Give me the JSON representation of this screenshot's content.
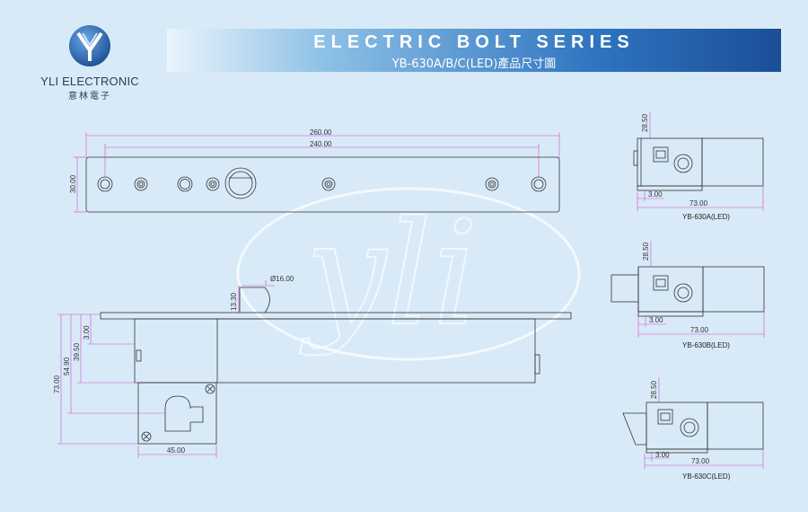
{
  "logo": {
    "brand_name": "YLI ELECTRONIC",
    "brand_name_cn": "意林電子"
  },
  "title": {
    "main": "ELECTRIC BOLT SERIES",
    "sub": "YB-630A/B/C(LED)產品尺寸圖"
  },
  "watermark": "yli",
  "top_view": {
    "overall_length": "260.00",
    "hole_spacing": "240.00",
    "height": "30.00"
  },
  "side_view": {
    "bolt_diameter": "Ø16.00",
    "bolt_extension": "13.30",
    "total_height": "73.00",
    "height_54": "54.90",
    "height_39": "39.50",
    "flange": "3.00",
    "bracket_width": "45.00"
  },
  "variants": [
    {
      "name": "YB-630A(LED)",
      "top_dim": "28.50",
      "small_dim": "3.00",
      "length": "73.00"
    },
    {
      "name": "YB-630B(LED)",
      "top_dim": "28.50",
      "small_dim": "3.00",
      "length": "73.00"
    },
    {
      "name": "YB-630C(LED)",
      "top_dim": "28.50",
      "small_dim": "3.00",
      "length": "73.00"
    }
  ],
  "colors": {
    "line": "#333333",
    "dim_pink": "#d44ad0",
    "banner_dark": "#1c4e98",
    "background": "#d8eaf7"
  }
}
